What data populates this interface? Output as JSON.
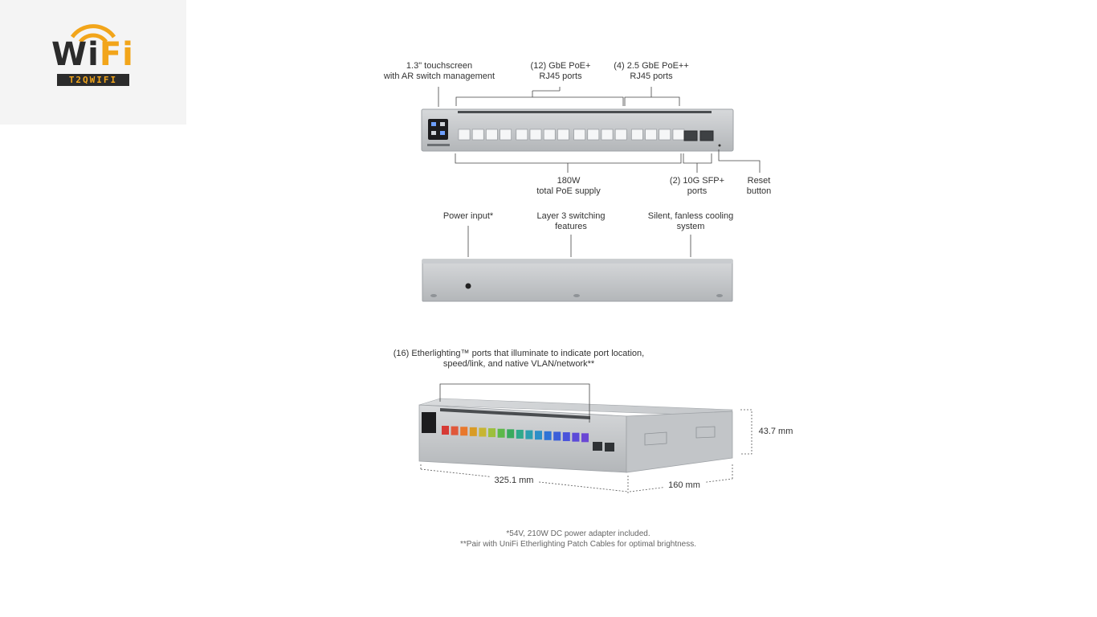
{
  "logo": {
    "word_main": "Wi",
    "word_accent": "Fi",
    "tagline": "T2QWIFI"
  },
  "callouts": {
    "touchscreen": [
      "1.3\" touchscreen",
      "with AR switch management"
    ],
    "gbe_ports": [
      "(12) GbE PoE+",
      "RJ45 ports"
    ],
    "ge25_ports": [
      "(4) 2.5 GbE PoE++",
      "RJ45 ports"
    ],
    "poe_supply": [
      "180W",
      "total PoE supply"
    ],
    "sfp_ports": [
      "(2) 10G SFP+",
      "ports"
    ],
    "reset_button": [
      "Reset",
      "button"
    ],
    "power_input": "Power input*",
    "layer3": [
      "Layer 3 switching",
      "features"
    ],
    "cooling": [
      "Silent, fanless cooling",
      "system"
    ],
    "etherlighting": [
      "(16) Etherlighting™ ports that illuminate to indicate port location,",
      "speed/link, and native VLAN/network**"
    ]
  },
  "dimensions": {
    "height": "43.7 mm",
    "width": "325.1 mm",
    "depth": "160 mm"
  },
  "footnotes": [
    "*54V, 210W DC power adapter included.",
    "**Pair with UniFi Etherlighting Patch Cables for optimal brightness."
  ],
  "colors": {
    "brand_accent": "#f2a51a",
    "brand_dark": "#2b2b2b",
    "chassis": "#b9bcbf",
    "port_lights": [
      "#d63a35",
      "#e0573a",
      "#e8782c",
      "#d99b25",
      "#c7b532",
      "#9cbf3d",
      "#5cb84a",
      "#3aaa5e",
      "#2fa98b",
      "#2c9fb0",
      "#2d8fc8",
      "#2f73d6",
      "#3b5fd9",
      "#4a53db",
      "#5b4ad8",
      "#6a48d4"
    ]
  }
}
